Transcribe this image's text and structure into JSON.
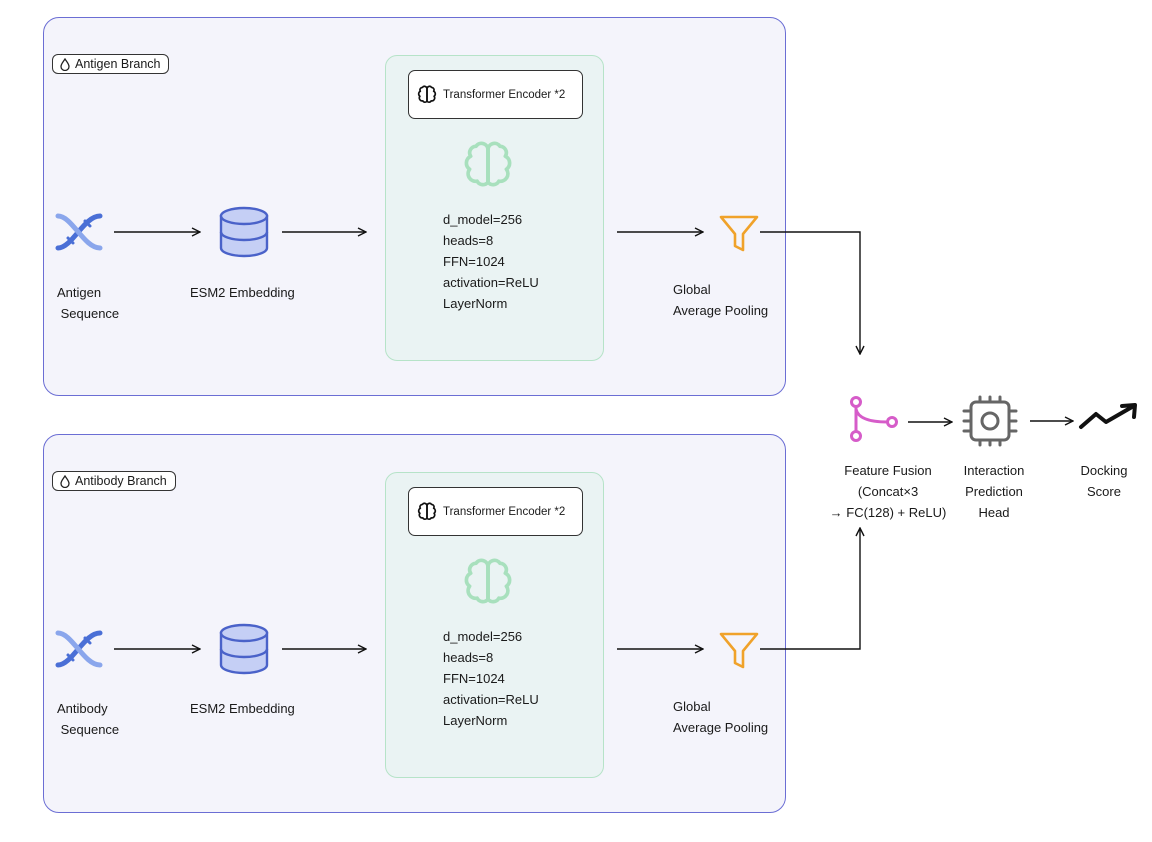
{
  "antigen": {
    "tag": "Antigen Branch",
    "input_label_1": "Antigen",
    "input_label_2": " Sequence",
    "embedding_label": "ESM2 Embedding",
    "encoder_title": "Transformer Encoder *2",
    "params": [
      "d_model=256",
      "heads=8",
      "FFN=1024",
      "activation=ReLU",
      "LayerNorm"
    ],
    "pool_label_1": "Global",
    "pool_label_2": "Average Pooling"
  },
  "antibody": {
    "tag": "Antibody Branch",
    "input_label_1": "Antibody",
    "input_label_2": " Sequence",
    "embedding_label": "ESM2 Embedding",
    "encoder_title": "Transformer Encoder *2",
    "params": [
      "d_model=256",
      "heads=8",
      "FFN=1024",
      "activation=ReLU",
      "LayerNorm"
    ],
    "pool_label_1": "Global",
    "pool_label_2": "Average Pooling"
  },
  "fusion": {
    "lines": [
      "Feature Fusion",
      "(Concat×3",
      "→ FC(128) + ReLU)"
    ]
  },
  "head": {
    "lines": [
      "Interaction",
      "Prediction",
      "Head"
    ]
  },
  "output": {
    "lines": [
      "Docking",
      "Score"
    ]
  },
  "colors": {
    "branch_border": "#6b6ed4",
    "branch_fill": "#f4f4fb",
    "encoder_fill": "#eaf3f3",
    "encoder_border": "#b6e3c8",
    "dna": "#4a6fd6",
    "db": "#4a62c9",
    "brain_faded": "#a8e0bd",
    "funnel": "#f0a22a",
    "fusion": "#d65cc9",
    "chip": "#666666"
  },
  "icons": [
    "dna-icon",
    "database-icon",
    "brain-icon",
    "funnel-icon",
    "merge-icon",
    "chip-icon",
    "trend-up-icon",
    "drop-icon"
  ]
}
